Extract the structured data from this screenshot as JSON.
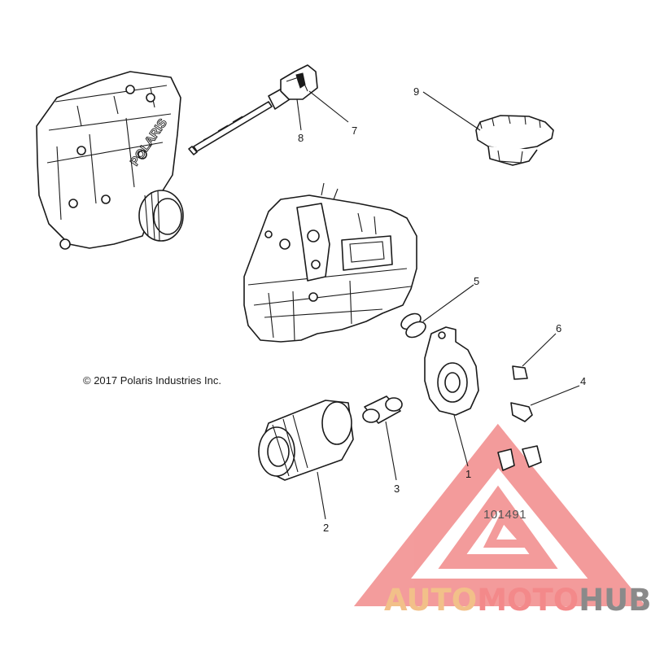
{
  "copyright": "© 2017 Polaris Industries Inc.",
  "drawing_number": "101491",
  "callouts": [
    "1",
    "2",
    "3",
    "4",
    "5",
    "6",
    "7",
    "8",
    "9"
  ],
  "embossed_brand": "POLARIS",
  "watermark": {
    "word_part_1": "AUTO",
    "word_part_2": "MOTO",
    "word_part_3": "HUB",
    "color_auto": "#f2c089",
    "color_moto": "#f3898a",
    "color_hub": "#8a8a8a",
    "triangle_color": "#f08080"
  },
  "colors": {
    "line": "#1a1a1a",
    "background": "#ffffff"
  }
}
